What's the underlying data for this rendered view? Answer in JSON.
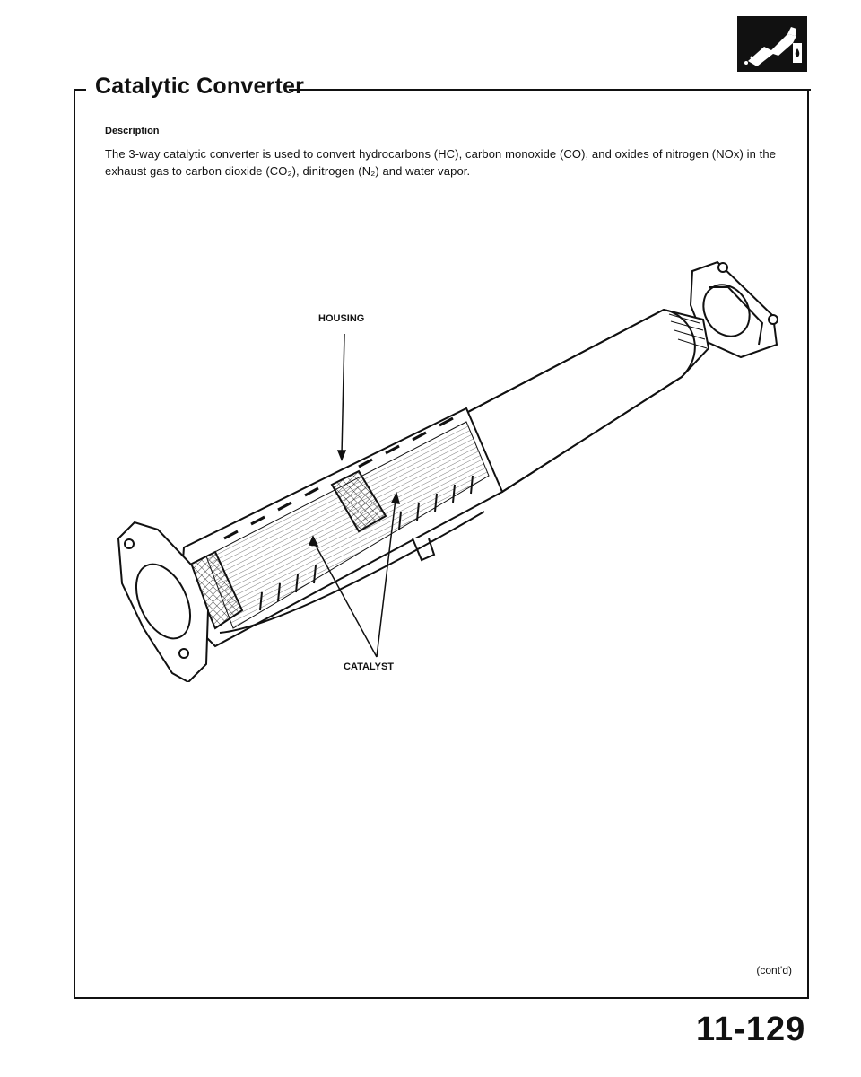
{
  "page": {
    "title": "Catalytic Converter",
    "section_label": "Description",
    "description": "The 3-way catalytic converter is used to convert hydrocarbons (HC), carbon monoxide (CO), and oxides of nitrogen (NOx) in the exhaust gas to carbon dioxide (CO₂), dinitrogen (N₂) and water vapor.",
    "contd": "(cont'd)",
    "page_number": "11-129"
  },
  "illustration": {
    "callouts": {
      "housing": "HOUSING",
      "catalyst": "CATALYST"
    }
  },
  "icons": {
    "badge": "fuel-nozzle-icon"
  },
  "colors": {
    "ink": "#111111",
    "paper": "#ffffff"
  }
}
